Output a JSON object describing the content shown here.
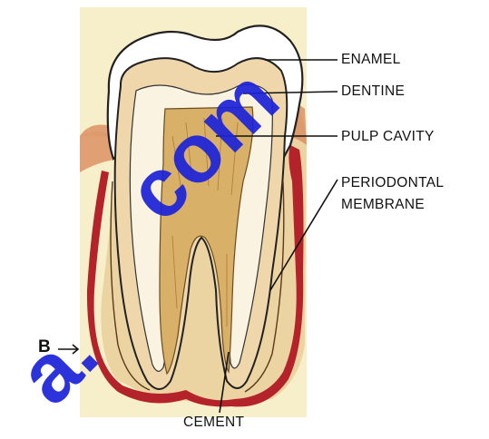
{
  "labels": {
    "enamel": "ENAMEL",
    "dentine": "DENTINE",
    "pulp_cavity": "PULP CAVITY",
    "periodontal_line1": "PERIODONTAL",
    "periodontal_line2": "MEMBRANE",
    "cement": "CEMENT",
    "b_marker": "B"
  },
  "watermark": {
    "text_lower": "a.",
    "text_upper": "com",
    "color": "#1c22d8"
  },
  "colors": {
    "background_panel": "#f7efc9",
    "enamel": "#ffffff",
    "dentine": "#efd6ab",
    "pulp": "#d9b068",
    "gum_red": "#b4232a",
    "bone": "#ecd3a2"
  }
}
